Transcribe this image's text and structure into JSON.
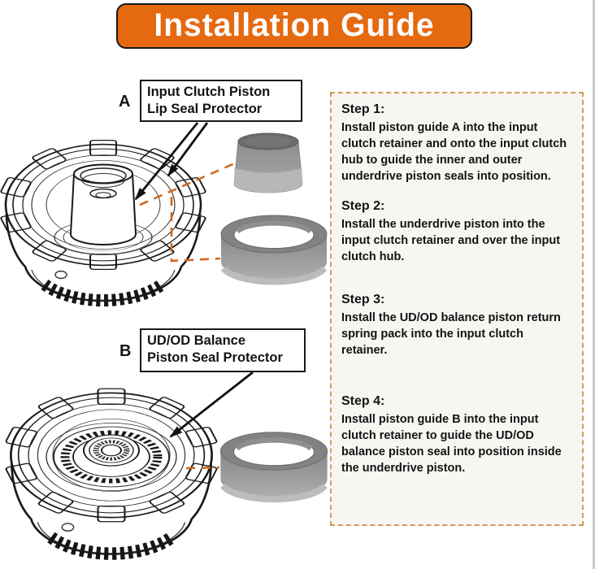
{
  "header": {
    "title": "Installation Guide"
  },
  "labels": {
    "a": {
      "letter": "A",
      "line1": "Input Clutch Piston",
      "line2": "Lip Seal Protector"
    },
    "b": {
      "letter": "B",
      "line1": "UD/OD Balance",
      "line2": "Piston Seal Protector"
    }
  },
  "steps": [
    {
      "heading": "Step 1:",
      "body": "Install piston guide A into the input clutch retainer and onto the input clutch hub to guide the inner and outer underdrive piston seals into position."
    },
    {
      "heading": "Step 2:",
      "body": "Install the underdrive piston into the input clutch retainer and over the input clutch hub."
    },
    {
      "heading": "Step 3:",
      "body": "Install the UD/OD balance piston return spring pack into the input clutch retainer."
    },
    {
      "heading": "Step 4:",
      "body": "Install piston guide B into the input clutch retainer to guide the UD/OD balance piston seal into position inside the underdrive piston."
    }
  ],
  "colors": {
    "banner_orange": "#E5690F",
    "connector_orange": "#D2691E",
    "panel_border_tan": "#CF9B5A",
    "panel_background": "#F8F6F2",
    "part_gray": "#9A9A9A",
    "line_art_black": "#1A1A1A"
  }
}
